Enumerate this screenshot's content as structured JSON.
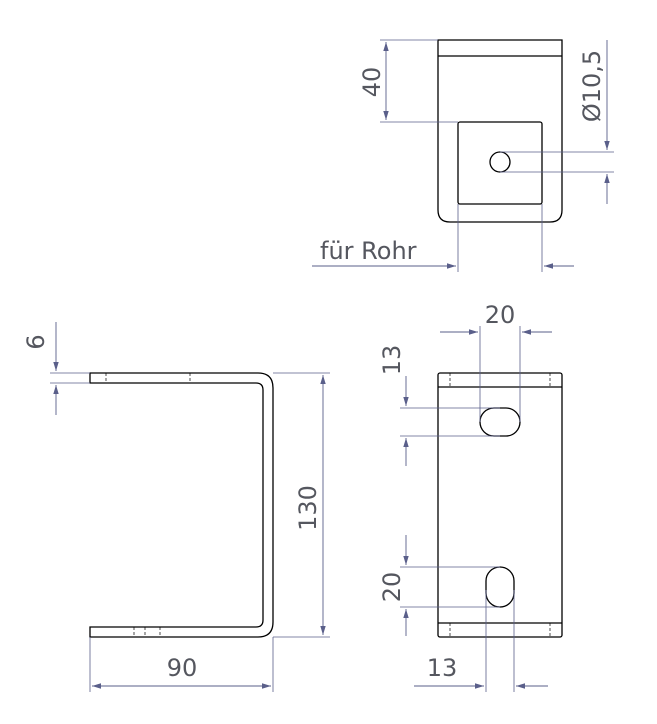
{
  "dimensions": {
    "top_height": "40",
    "top_hole_dia": "Ø10,5",
    "top_note": "für Rohr",
    "side_thickness": "6",
    "side_height": "130",
    "side_width": "90",
    "front_slot_width": "20",
    "front_upper_slot": "13",
    "front_lower_slot": "20",
    "front_bottom": "13"
  },
  "colors": {
    "outline": "#000000",
    "dimension": "#5a5f8a",
    "text": "#55575f"
  }
}
